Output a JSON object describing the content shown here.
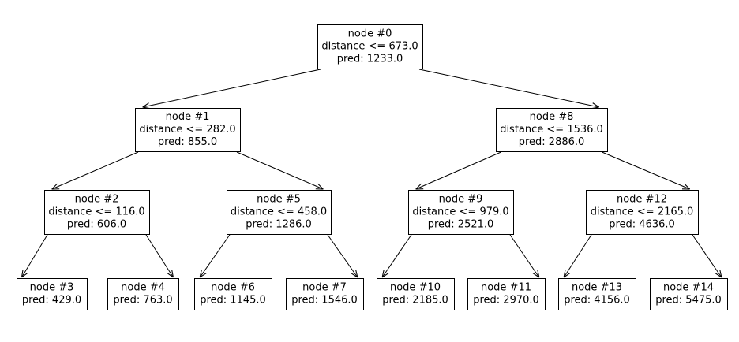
{
  "tree": {
    "nodes": [
      {
        "id": "0",
        "title": "node #0",
        "rule": "distance <= 673.0",
        "pred": "pred:  1233.0"
      },
      {
        "id": "1",
        "title": "node #1",
        "rule": "distance <= 282.0",
        "pred": "pred:  855.0"
      },
      {
        "id": "8",
        "title": "node #8",
        "rule": "distance <= 1536.0",
        "pred": "pred:  2886.0"
      },
      {
        "id": "2",
        "title": "node #2",
        "rule": "distance <= 116.0",
        "pred": "pred:  606.0"
      },
      {
        "id": "5",
        "title": "node #5",
        "rule": "distance <= 458.0",
        "pred": "pred:  1286.0"
      },
      {
        "id": "9",
        "title": "node #9",
        "rule": "distance <= 979.0",
        "pred": "pred:  2521.0"
      },
      {
        "id": "12",
        "title": "node #12",
        "rule": "distance <= 2165.0",
        "pred": "pred:  4636.0"
      },
      {
        "id": "3",
        "title": "node #3",
        "pred": "pred:  429.0"
      },
      {
        "id": "4",
        "title": "node #4",
        "pred": "pred:  763.0"
      },
      {
        "id": "6",
        "title": "node #6",
        "pred": "pred:  1145.0"
      },
      {
        "id": "7",
        "title": "node #7",
        "pred": "pred:  1546.0"
      },
      {
        "id": "10",
        "title": "node #10",
        "pred": "pred:  2185.0"
      },
      {
        "id": "11",
        "title": "node #11",
        "pred": "pred:  2970.0"
      },
      {
        "id": "13",
        "title": "node #13",
        "pred": "pred:  4156.0"
      },
      {
        "id": "14",
        "title": "node #14",
        "pred": "pred:  5475.0"
      }
    ],
    "edges": [
      [
        "0",
        "1"
      ],
      [
        "0",
        "8"
      ],
      [
        "1",
        "2"
      ],
      [
        "1",
        "5"
      ],
      [
        "8",
        "9"
      ],
      [
        "8",
        "12"
      ],
      [
        "2",
        "3"
      ],
      [
        "2",
        "4"
      ],
      [
        "5",
        "6"
      ],
      [
        "5",
        "7"
      ],
      [
        "9",
        "10"
      ],
      [
        "9",
        "11"
      ],
      [
        "12",
        "13"
      ],
      [
        "12",
        "14"
      ]
    ]
  }
}
